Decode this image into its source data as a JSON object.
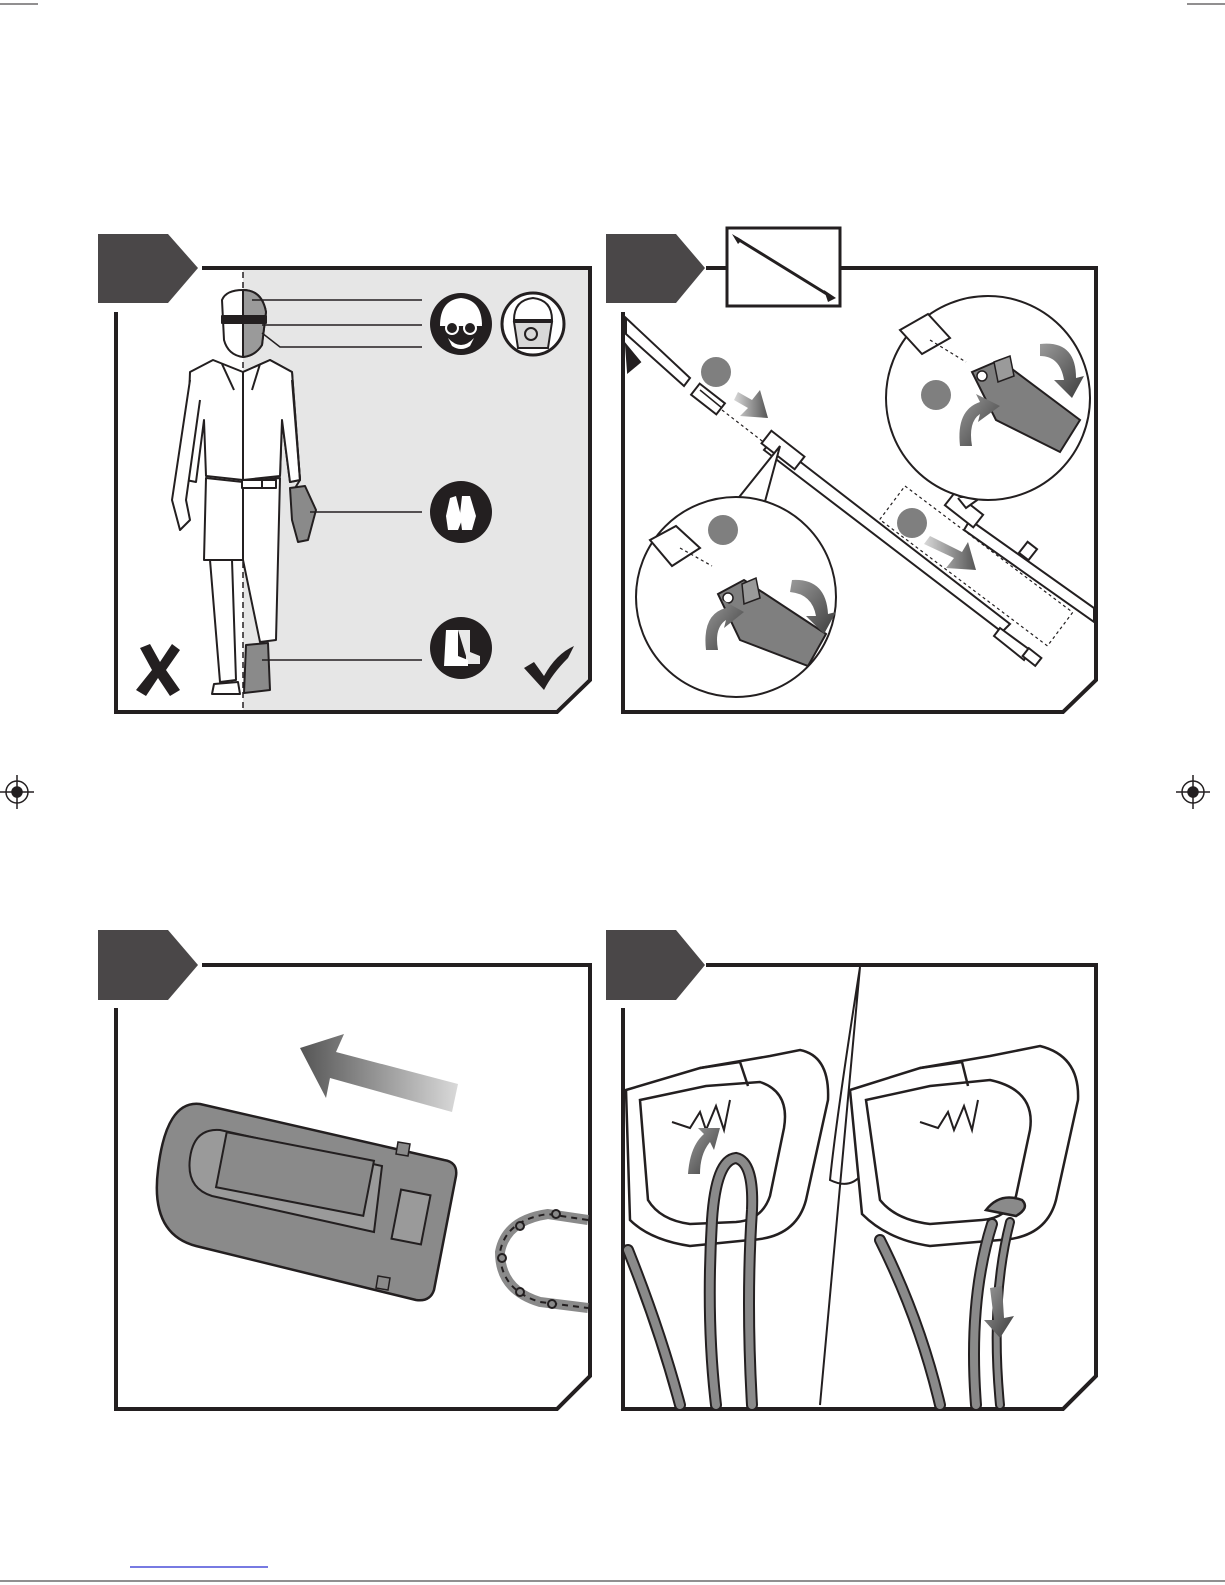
{
  "page": {
    "colors": {
      "frame": "#231f20",
      "tab": "#4a4748",
      "panel_fill": "#e6e6e6",
      "part_gray": "#8a8a8a",
      "safety_icon": "#231f20",
      "footer_line": "#4a4ed8"
    }
  },
  "panels": [
    {
      "id": "panel-1",
      "tab_label": "",
      "content": "protective-equipment",
      "icons": [
        "safety-helmet-goggles-mask-icon",
        "face-shield-helmet-icon",
        "gloves-icon",
        "safety-boots-icon"
      ],
      "marks": [
        "cross-mark-icon",
        "check-mark-icon"
      ]
    },
    {
      "id": "panel-2",
      "tab_label": "",
      "content": "extension-pole-assembly",
      "icons": [
        "pole-overview-icon"
      ],
      "step_markers": 4
    },
    {
      "id": "panel-3",
      "tab_label": "",
      "content": "remove-bar-cover"
    },
    {
      "id": "panel-4",
      "tab_label": "",
      "content": "cable-strain-relief"
    }
  ]
}
